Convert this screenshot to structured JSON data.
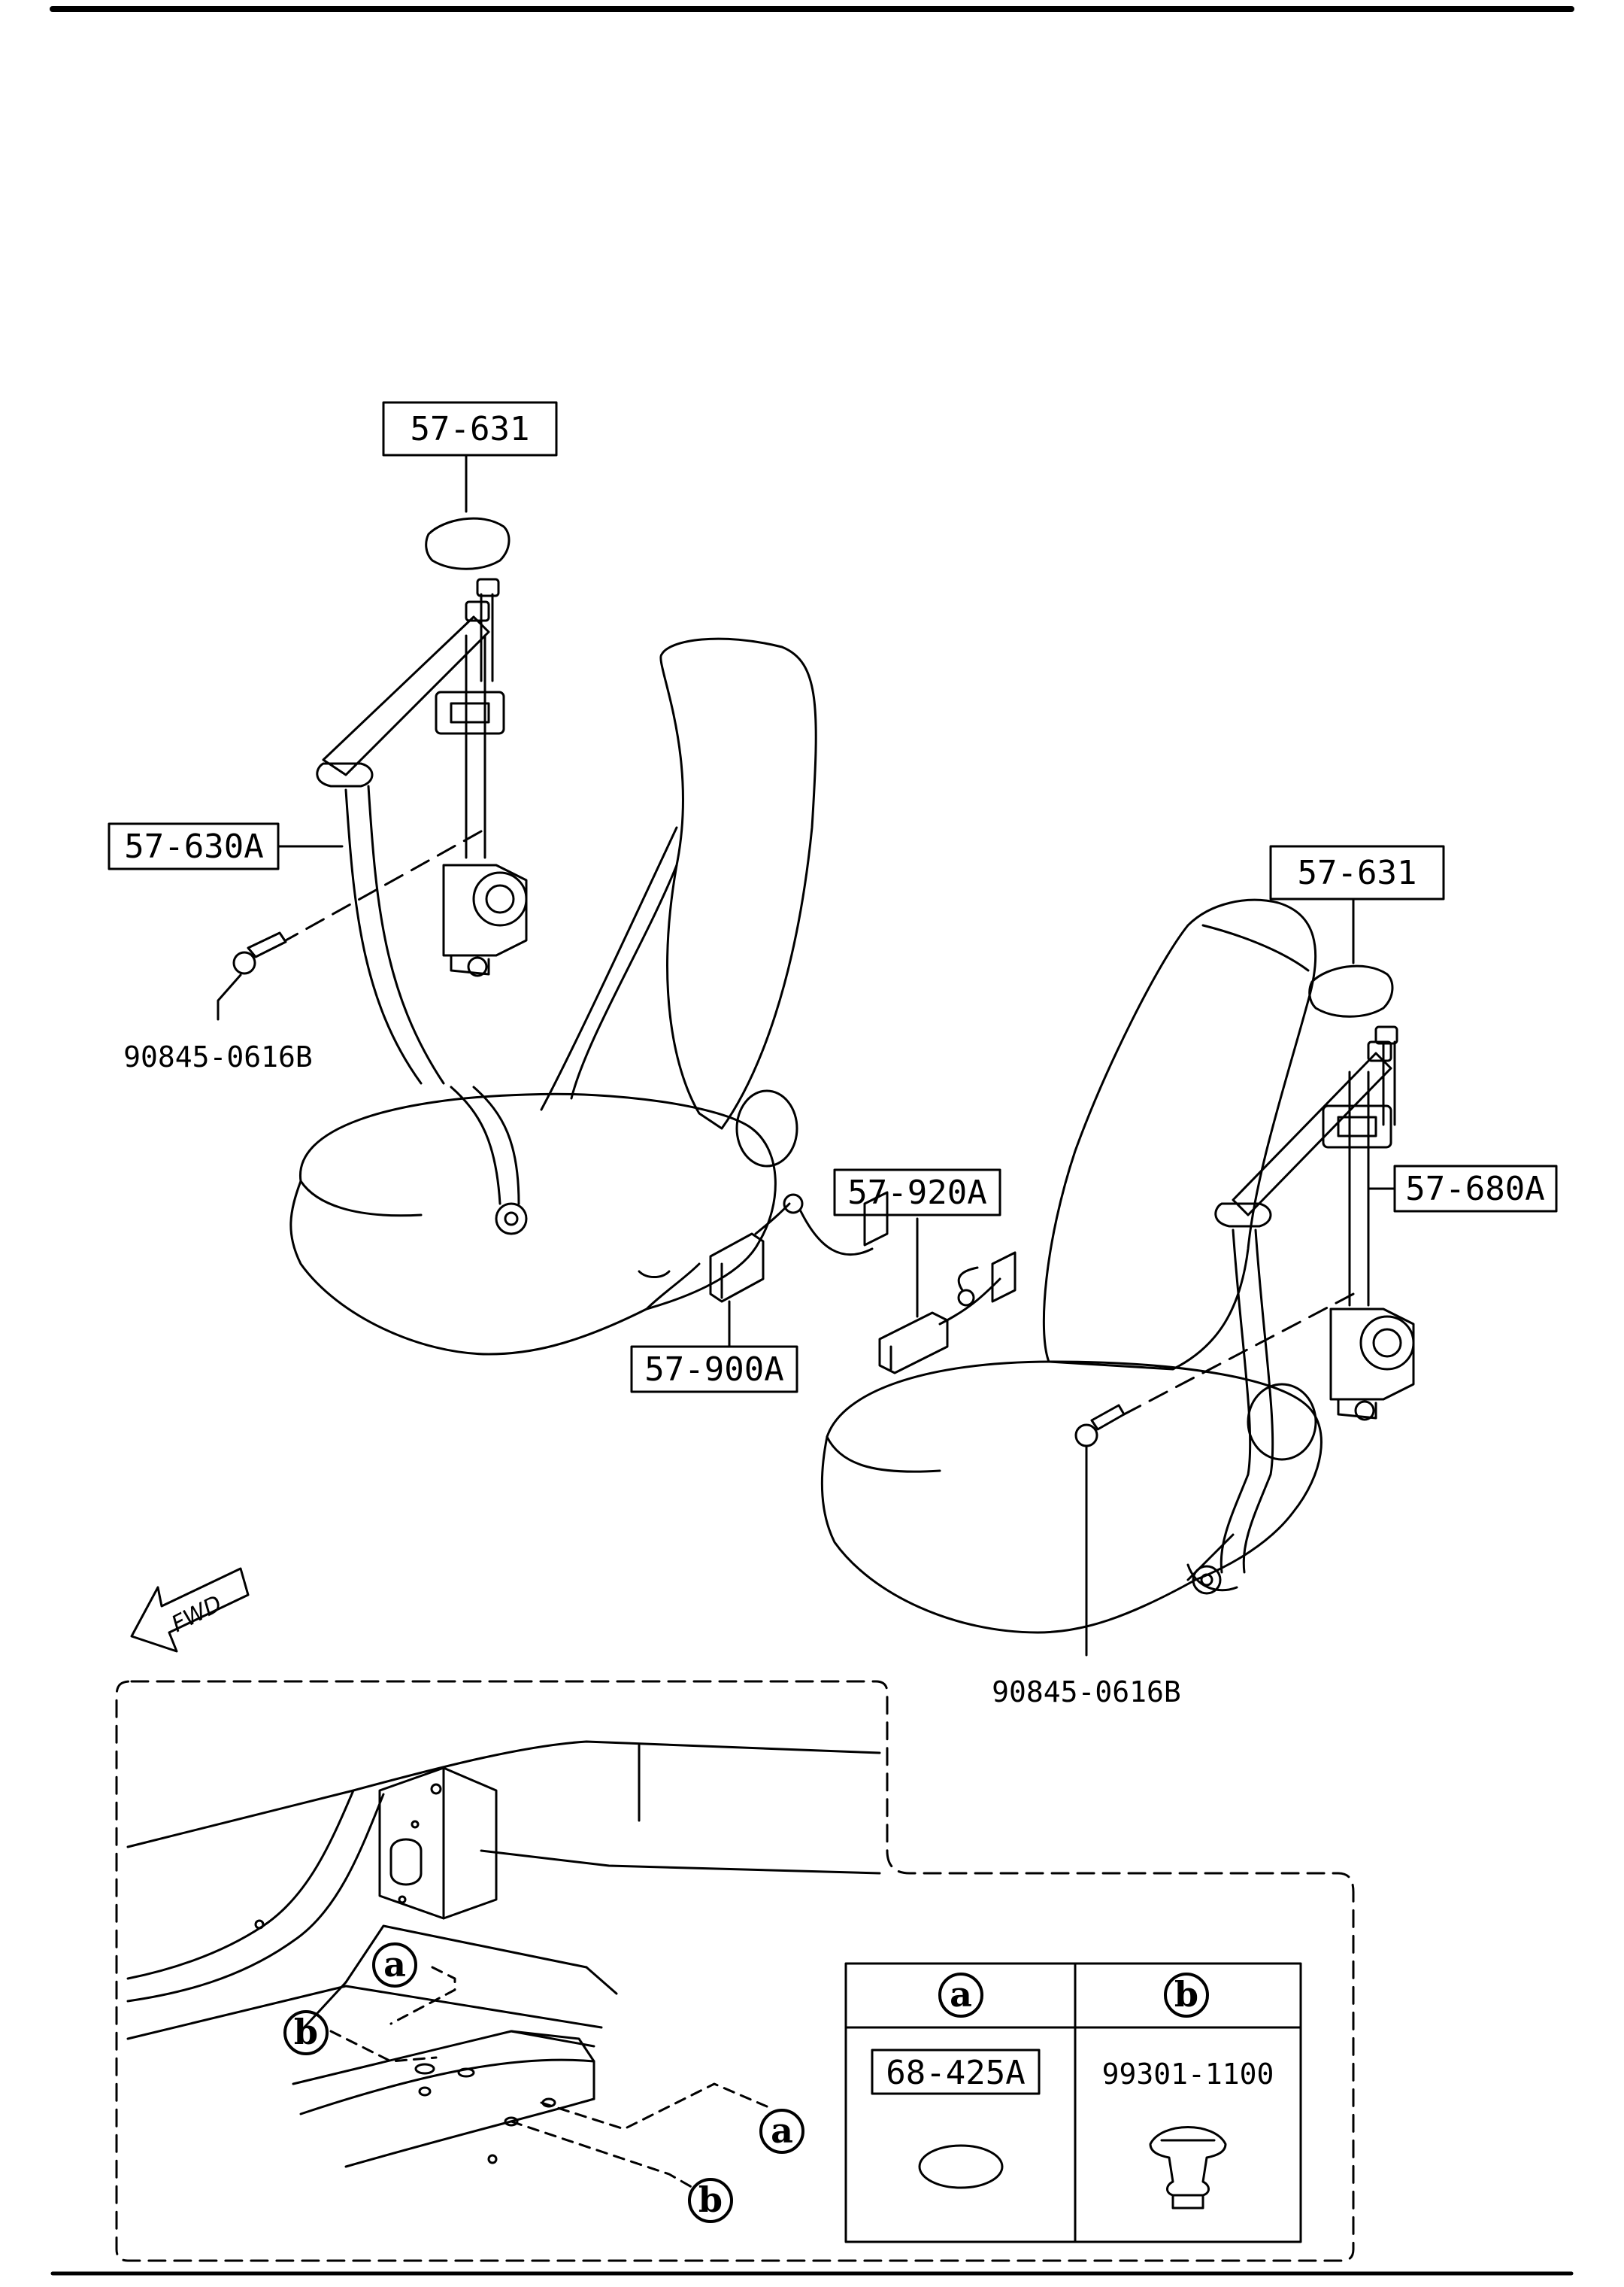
{
  "callouts": {
    "left_cover": "57-631",
    "left_belt": "57-630A",
    "left_bolt": "90845-0616B",
    "right_cover": "57-631",
    "right_belt": "57-680A",
    "right_bolt": "90845-0616B",
    "buckle_right": "57-920A",
    "buckle_left": "57-900A"
  },
  "direction": {
    "label": "FWD"
  },
  "detail": {
    "markers": [
      "a",
      "b",
      "a",
      "b"
    ],
    "table": {
      "col_a_header": "a",
      "col_b_header": "b",
      "col_a_part": "68-425A",
      "col_b_part": "99301-1100"
    }
  }
}
